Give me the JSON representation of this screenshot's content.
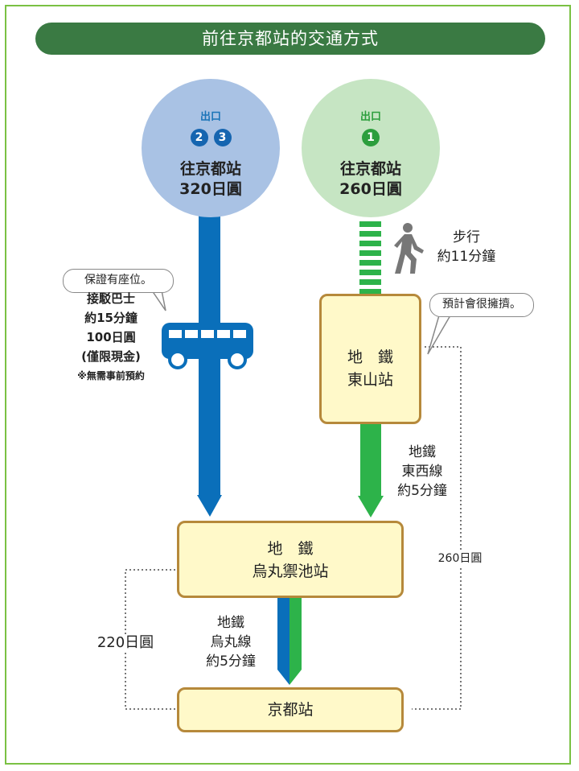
{
  "title": "前往京都站的交通方式",
  "blue_circle": {
    "exit_label": "出口",
    "exit_numbers": [
      "2",
      "3"
    ],
    "line1": "往京都站",
    "line2": "320日圓"
  },
  "green_circle": {
    "exit_label": "出口",
    "exit_numbers": [
      "1"
    ],
    "line1": "往京都站",
    "line2": "260日圓"
  },
  "walk": {
    "line1": "步行",
    "line2": "約11分鐘"
  },
  "bus": {
    "bubble": "保證有座位。",
    "line1": "接駁巴士",
    "line2": "約15分鐘",
    "line3": "100日圓",
    "line4": "(僅限現金)",
    "note": "※無需事前預約"
  },
  "higashiyama": {
    "bubble": "預計會很擁擠。",
    "line1": "地　鐵",
    "line2": "東山站"
  },
  "tozai": {
    "line1": "地鐵",
    "line2": "東西線",
    "line3": "約5分鐘"
  },
  "oike": {
    "line1": "地　鐵",
    "line2": "烏丸禦池站"
  },
  "fare_right": "260日圓",
  "fare_left": "220日圓",
  "karasuma": {
    "line1": "地鐵",
    "line2": "烏丸線",
    "line3": "約5分鐘"
  },
  "kyoto": {
    "label": "京都站"
  },
  "colors": {
    "title_bg": "#3a7a43",
    "blue_route": "#0a6fba",
    "green_route": "#2db34a",
    "box_fill": "#fff9c9",
    "box_border": "#b6893b",
    "frame": "#7ac143"
  }
}
